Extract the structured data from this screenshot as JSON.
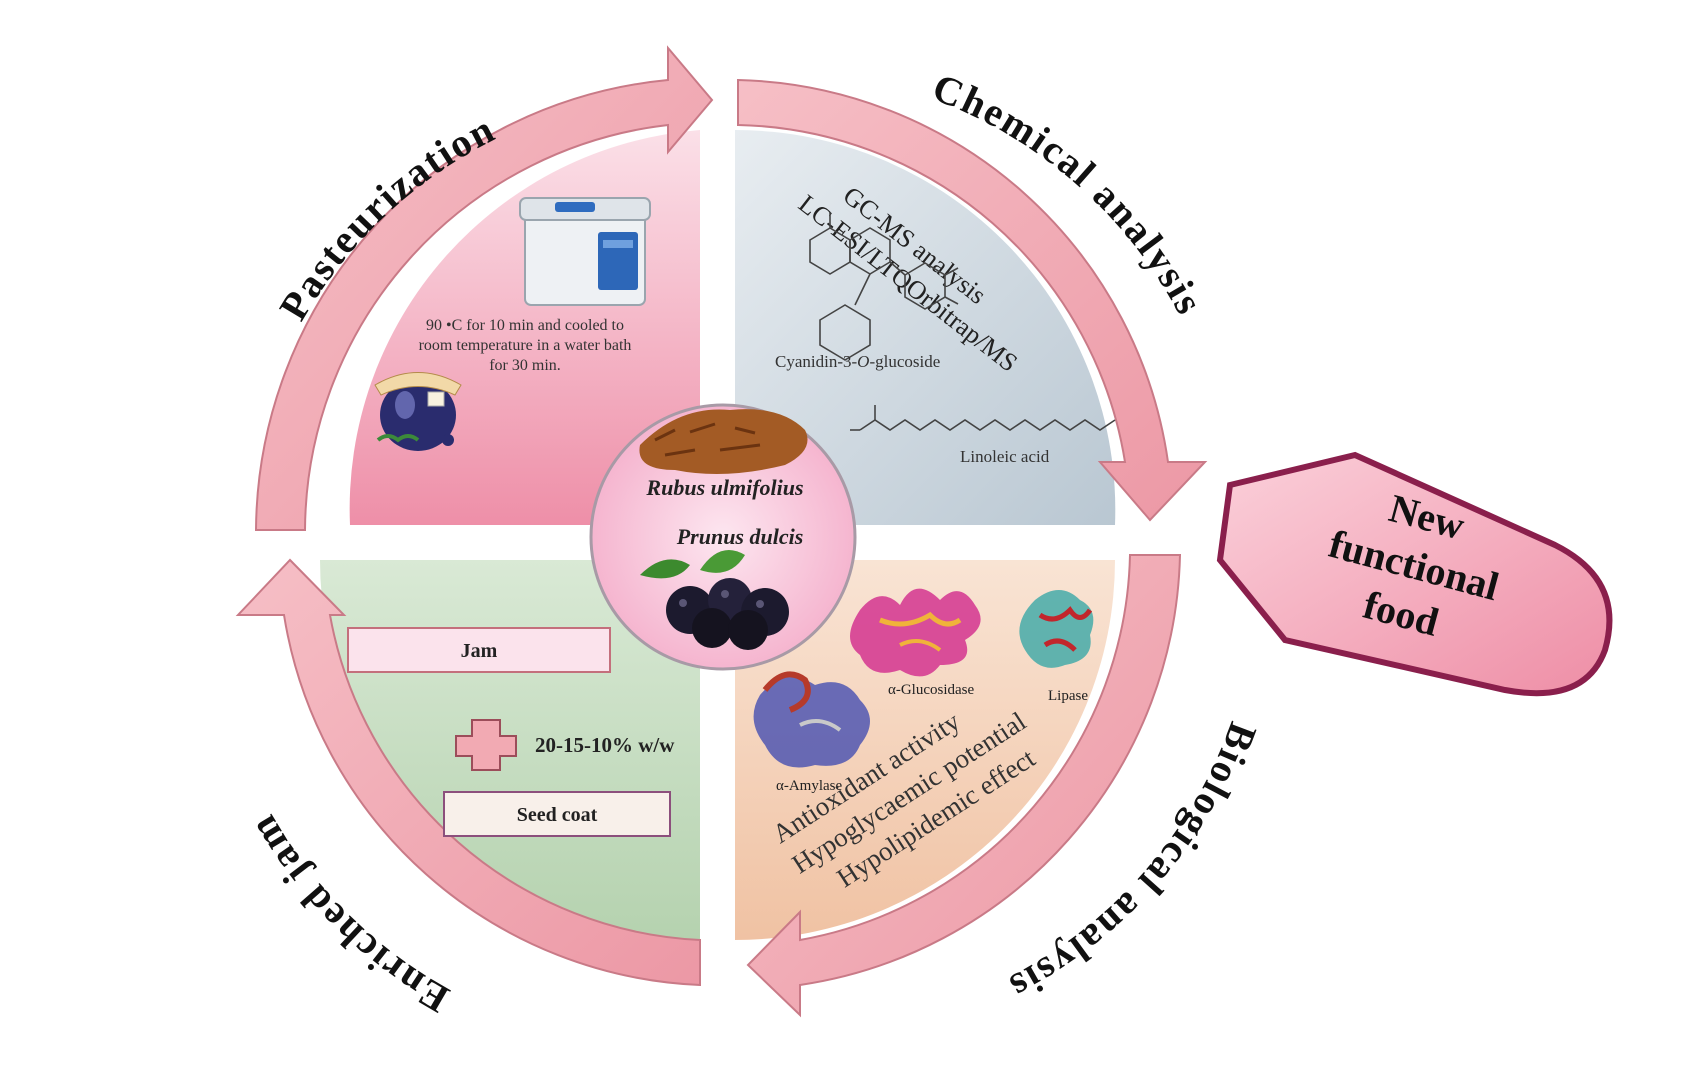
{
  "stages": {
    "pasteurization": {
      "title": "Pasteurization",
      "desc_line1": "90 •C for 10 min and cooled to",
      "desc_line2": "room temperature in a water bath",
      "desc_line3": "for 30 min."
    },
    "chemical": {
      "title": "Chemical analysis",
      "method1": "GC-MS analysis",
      "method2": "LC-ESI/LTQOrbitrap/MS",
      "compound1_prefix": "Cyanidin-3-",
      "compound1_o": "O",
      "compound1_suffix": "-glucoside",
      "compound2": "Linoleic acid"
    },
    "biological": {
      "title": "Biological analysis",
      "enzyme1": "α-Glucosidase",
      "enzyme2": "Lipase",
      "enzyme3": "α-Amylase",
      "activity1": "Antioxidant activity",
      "activity2": "Hypoglycaemic potential",
      "activity3": "Hypolipidemic effect"
    },
    "enriched": {
      "title": "Enriched jam",
      "box1": "Jam",
      "percent": "20-15-10% w/w",
      "box2": "Seed coat"
    }
  },
  "center": {
    "species1": "Rubus ulmifolius",
    "species2": "Prunus dulcis"
  },
  "result": {
    "line1": "New",
    "line2": "functional",
    "line3": "food"
  },
  "colors": {
    "arrow_fill": "#f2aab3",
    "arrow_stroke": "#c46f7c",
    "quad_pasteurization": "#f5b3c4",
    "quad_chemical": "#cfd8df",
    "quad_biological": "#f4d2b9",
    "quad_enriched": "#c8dec4",
    "result_fill": "#f39aae",
    "result_stroke": "#8a1f4c"
  }
}
